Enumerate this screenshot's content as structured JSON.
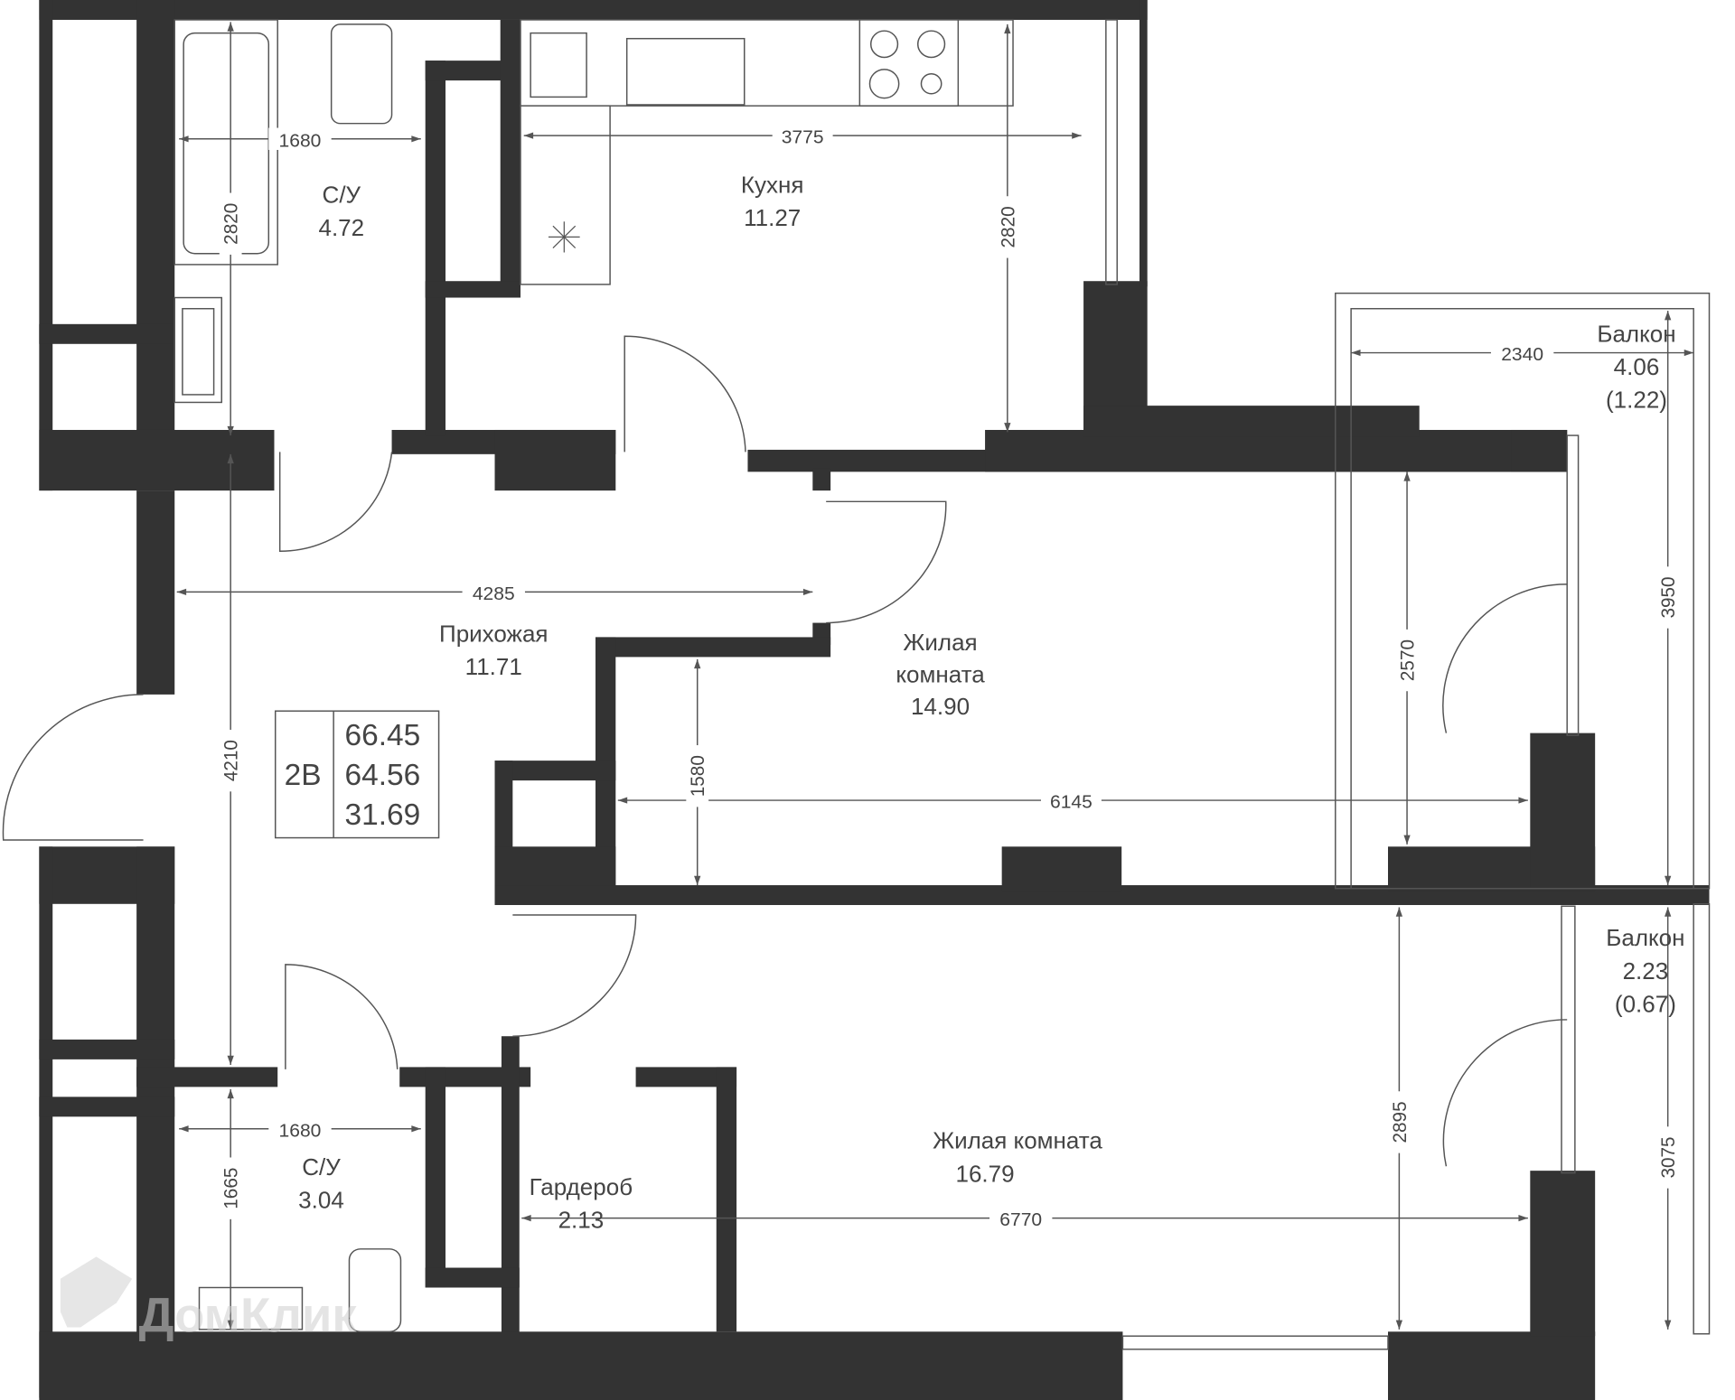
{
  "plan": {
    "summary": {
      "type_label": "2В",
      "total_area": "66.45",
      "area_without_balcony": "64.56",
      "living_area": "31.69"
    },
    "rooms": {
      "bathroom_top": {
        "name": "С/У",
        "area": "4.72"
      },
      "kitchen": {
        "name": "Кухня",
        "area": "11.27"
      },
      "hallway": {
        "name": "Прихожая",
        "area": "11.71"
      },
      "living1": {
        "name_line1": "Жилая",
        "name_line2": "комната",
        "area": "14.90"
      },
      "balcony1": {
        "name": "Балкон",
        "area": "4.06",
        "area_reduced": "(1.22)"
      },
      "balcony2": {
        "name": "Балкон",
        "area": "2.23",
        "area_reduced": "(0.67)"
      },
      "bathroom_bottom": {
        "name": "С/У",
        "area": "3.04"
      },
      "wardrobe": {
        "name": "Гардероб",
        "area": "2.13"
      },
      "living2": {
        "name": "Жилая комната",
        "area": "16.79"
      }
    },
    "dimensions": {
      "bath_top_width": "1680",
      "bath_top_height": "2820",
      "kitchen_width": "3775",
      "kitchen_height": "2820",
      "balcony1_width": "2340",
      "balcony1_height": "3950",
      "hall_width": "4285",
      "hall_height": "4210",
      "living1_depth": "2570",
      "living1_niche": "1580",
      "living1_width": "6145",
      "bath_bottom_width": "1680",
      "bath_bottom_height": "1665",
      "living2_depth": "2895",
      "living2_width": "6770",
      "balcony2_height": "3075"
    },
    "watermark": "ДомКлик",
    "colors": {
      "wall": "#333333",
      "line": "#555555",
      "text": "#444444"
    }
  }
}
